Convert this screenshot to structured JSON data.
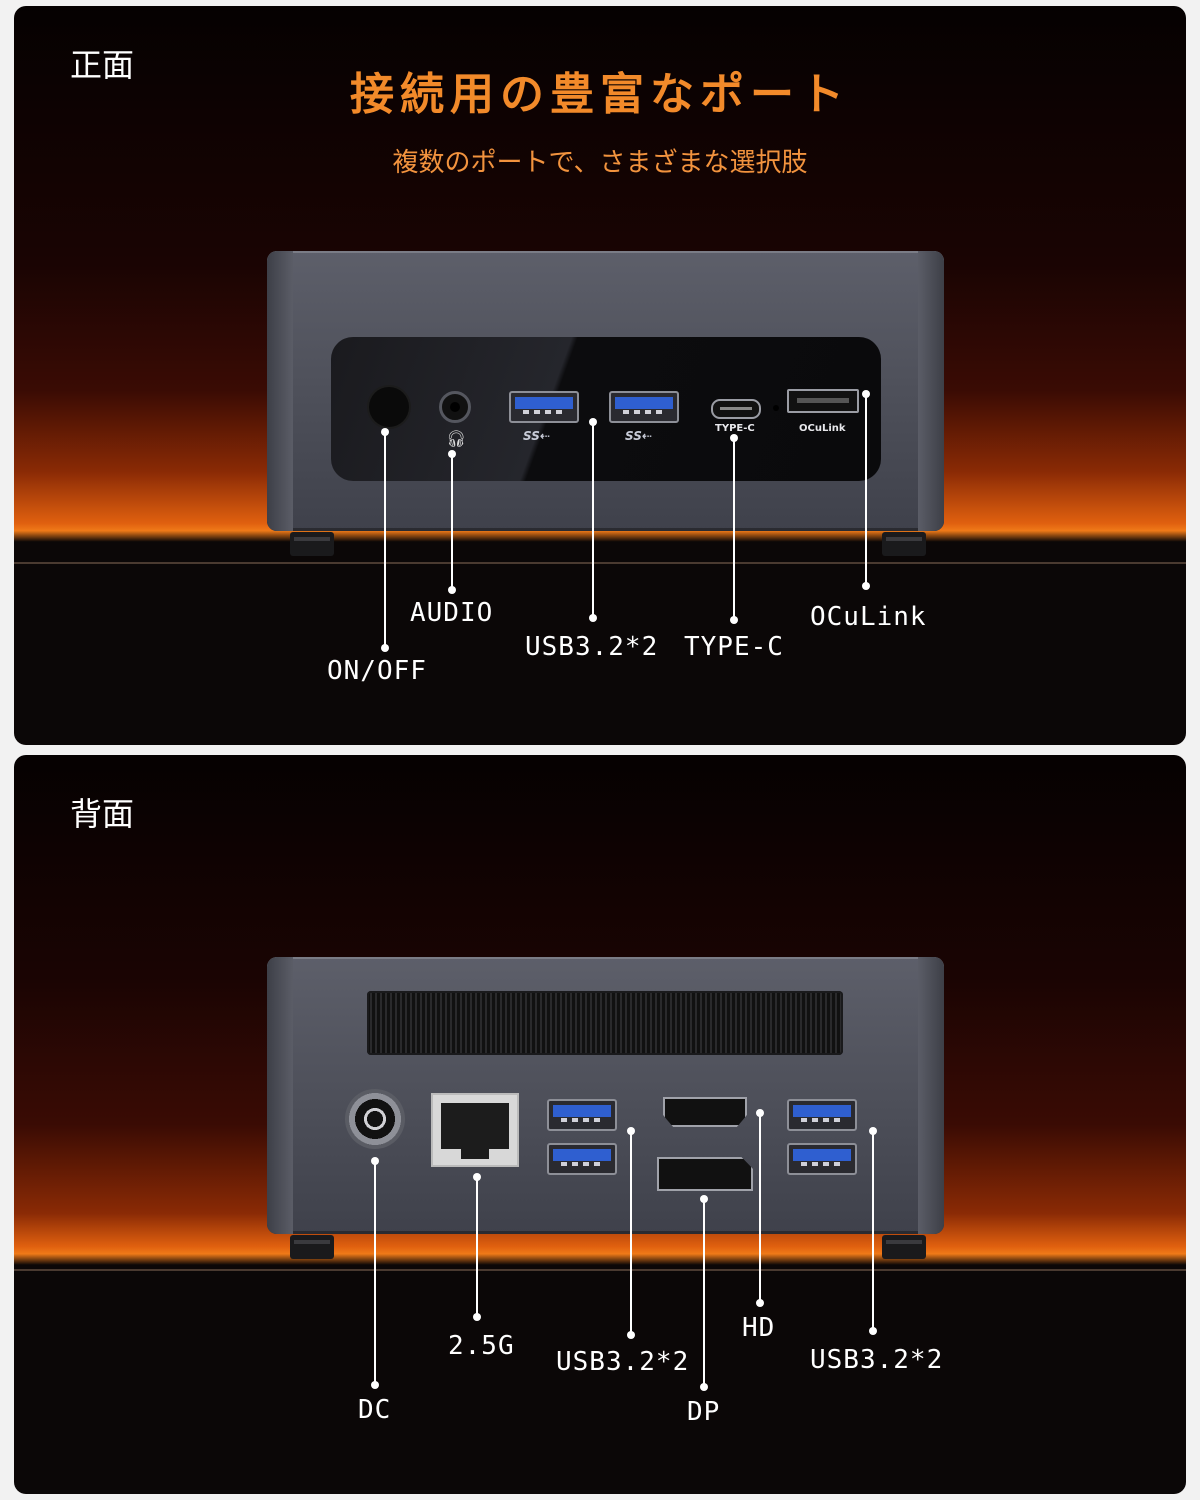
{
  "front": {
    "section_label": "正面",
    "title": "接続用の豊富なポート",
    "subtitle": "複数のポートで、さまざまな選択肢",
    "device_labels": {
      "typec": "TYPE-C",
      "oculink": "OCuLink",
      "usb_logo": "SS⇠"
    },
    "callouts": {
      "on_off": "ON/OFF",
      "audio": "AUDIO",
      "usb": "USB3.2*2",
      "typec": "TYPE-C",
      "oculink": "OCuLink"
    }
  },
  "back": {
    "section_label": "背面",
    "callouts": {
      "dc": "DC",
      "lan": "2.5G",
      "usb_left": "USB3.2*2",
      "dp": "DP",
      "hd": "HD",
      "usb_right": "USB3.2*2"
    }
  },
  "colors": {
    "title": "#f28a2a",
    "subtitle": "#f2933e",
    "usb_blue": "#2f5fd0"
  }
}
